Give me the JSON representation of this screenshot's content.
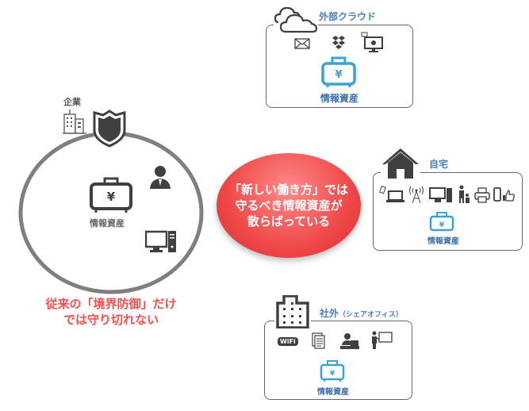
{
  "enterprise": {
    "label": "企業",
    "asset_label": "情報資産",
    "caption_line1": "従来の「境界防御」だけ",
    "caption_line2": "では守り切れない"
  },
  "center": {
    "line1": "「新しい働き方」では",
    "line2": "守るべき情報資産が",
    "line3": "散らばっている"
  },
  "cloud": {
    "title": "外部クラウド",
    "asset_label": "情報資産"
  },
  "home": {
    "title": "自宅",
    "asset_label": "情報資産"
  },
  "office": {
    "title": "社外",
    "subtitle": "（シェアオフィス）",
    "asset_label": "情報資産",
    "wifi_text": "WiFi"
  },
  "colors": {
    "blue": "#3aa3d0",
    "title_blue": "#4a7ebb",
    "red": "#ff4d4d",
    "gray": "#7f7f7f",
    "dark": "#404040"
  }
}
